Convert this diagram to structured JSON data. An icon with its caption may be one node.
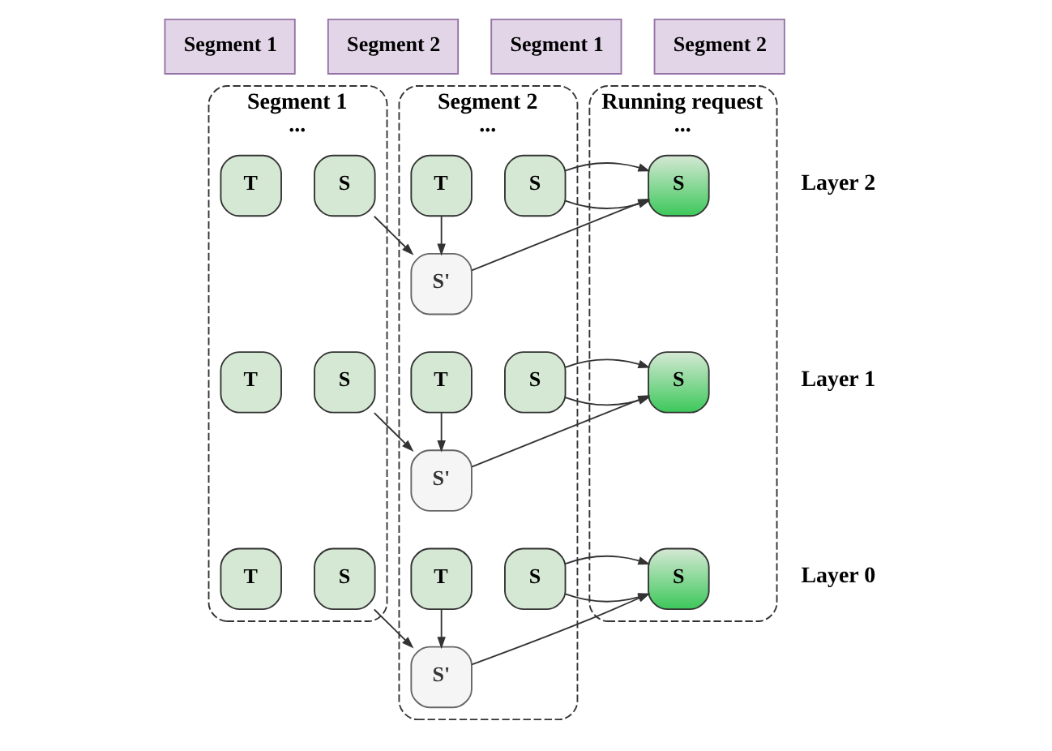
{
  "diagram": {
    "nodes": [
      {
        "text": [
          "Segment 1"
        ]
      },
      {
        "text": [
          "Segment 2"
        ]
      },
      {
        "text": [
          "Segment 1"
        ]
      },
      {
        "text": [
          "Segment 2"
        ]
      },
      {
        "text": [
          "Segment 1",
          "..."
        ]
      },
      {
        "text": [
          "Segment 2",
          "..."
        ]
      },
      {
        "text": [
          "Running request",
          "..."
        ]
      },
      {
        "text": [
          "T"
        ],
        "in": 4
      },
      {
        "text": [
          "S"
        ],
        "in": 4
      },
      {
        "text": [
          "T"
        ],
        "in": 5
      },
      {
        "text": [
          "S"
        ],
        "in": 5
      },
      {
        "text": [
          "S'"
        ],
        "in": 5
      },
      {
        "text": [
          "S"
        ],
        "in": 6
      },
      {
        "text": [
          "T"
        ],
        "in": 4
      },
      {
        "text": [
          "S"
        ],
        "in": 4
      },
      {
        "text": [
          "T"
        ],
        "in": 5
      },
      {
        "text": [
          "S"
        ],
        "in": 5
      },
      {
        "text": [
          "S'"
        ],
        "in": 5
      },
      {
        "text": [
          "S"
        ],
        "in": 6
      },
      {
        "text": [
          "T"
        ],
        "in": 4
      },
      {
        "text": [
          "S"
        ],
        "in": 4
      },
      {
        "text": [
          "T"
        ],
        "in": 5
      },
      {
        "text": [
          "S"
        ],
        "in": 5
      },
      {
        "text": [
          "S'"
        ],
        "in": 5
      },
      {
        "text": [
          "S"
        ],
        "in": 6
      }
    ],
    "edges": [
      {
        "from": 9,
        "to": 11,
        "arrow": "to"
      },
      {
        "from": 8,
        "to": 11,
        "arrow": "to"
      },
      {
        "from": 11,
        "to": 12,
        "arrow": "to"
      },
      {
        "from": 10,
        "to": 12,
        "arrow": "to"
      },
      {
        "from": 15,
        "to": 17,
        "arrow": "to"
      },
      {
        "from": 14,
        "to": 17,
        "arrow": "to"
      },
      {
        "from": 17,
        "to": 18,
        "arrow": "to"
      },
      {
        "from": 16,
        "to": 18,
        "arrow": "to"
      },
      {
        "from": 21,
        "to": 23,
        "arrow": "to"
      },
      {
        "from": 20,
        "to": 23,
        "arrow": "to"
      },
      {
        "from": 23,
        "to": 24,
        "arrow": "to"
      },
      {
        "from": 22,
        "to": 24,
        "arrow": "to"
      }
    ],
    "labels": [
      "Layer 2",
      "Layer 1",
      "Layer 0"
    ]
  }
}
